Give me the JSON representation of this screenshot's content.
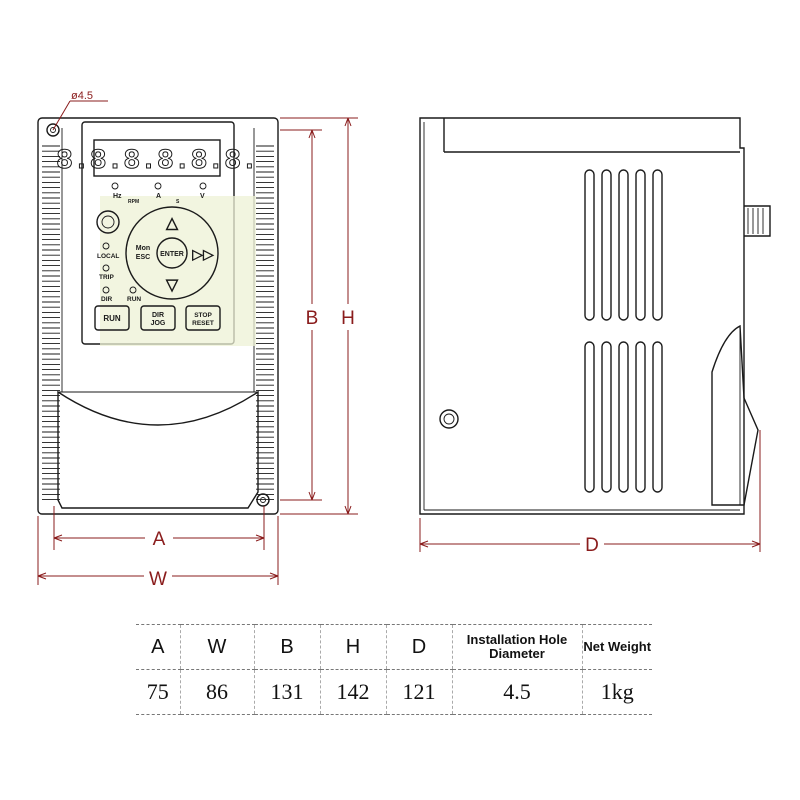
{
  "drawing": {
    "hole_callout": "ø4.5",
    "display_digits": "8.8.8.8.8.8.",
    "led_labels": [
      "Hz",
      "RPM",
      "A",
      "S",
      "V"
    ],
    "status_labels": [
      "LOCAL",
      "TRIP",
      "DIR",
      "RUN"
    ],
    "keys": {
      "up": "△",
      "down": "▽",
      "shift": "▷▷",
      "mon_esc": [
        "Mon",
        "ESC"
      ],
      "enter": "ENTER",
      "run": "RUN",
      "dir_jog": [
        "DIR",
        "JOG"
      ],
      "stop_reset": [
        "STOP",
        "RESET"
      ]
    },
    "dimension_labels": {
      "A": "A",
      "W": "W",
      "B": "B",
      "H": "H",
      "D": "D"
    }
  },
  "spec_table": {
    "headers": [
      "A",
      "W",
      "B",
      "H",
      "D",
      "Installation Hole Diameter",
      "Net Weight"
    ],
    "values": [
      "75",
      "86",
      "131",
      "142",
      "121",
      "4.5",
      "1kg"
    ]
  }
}
